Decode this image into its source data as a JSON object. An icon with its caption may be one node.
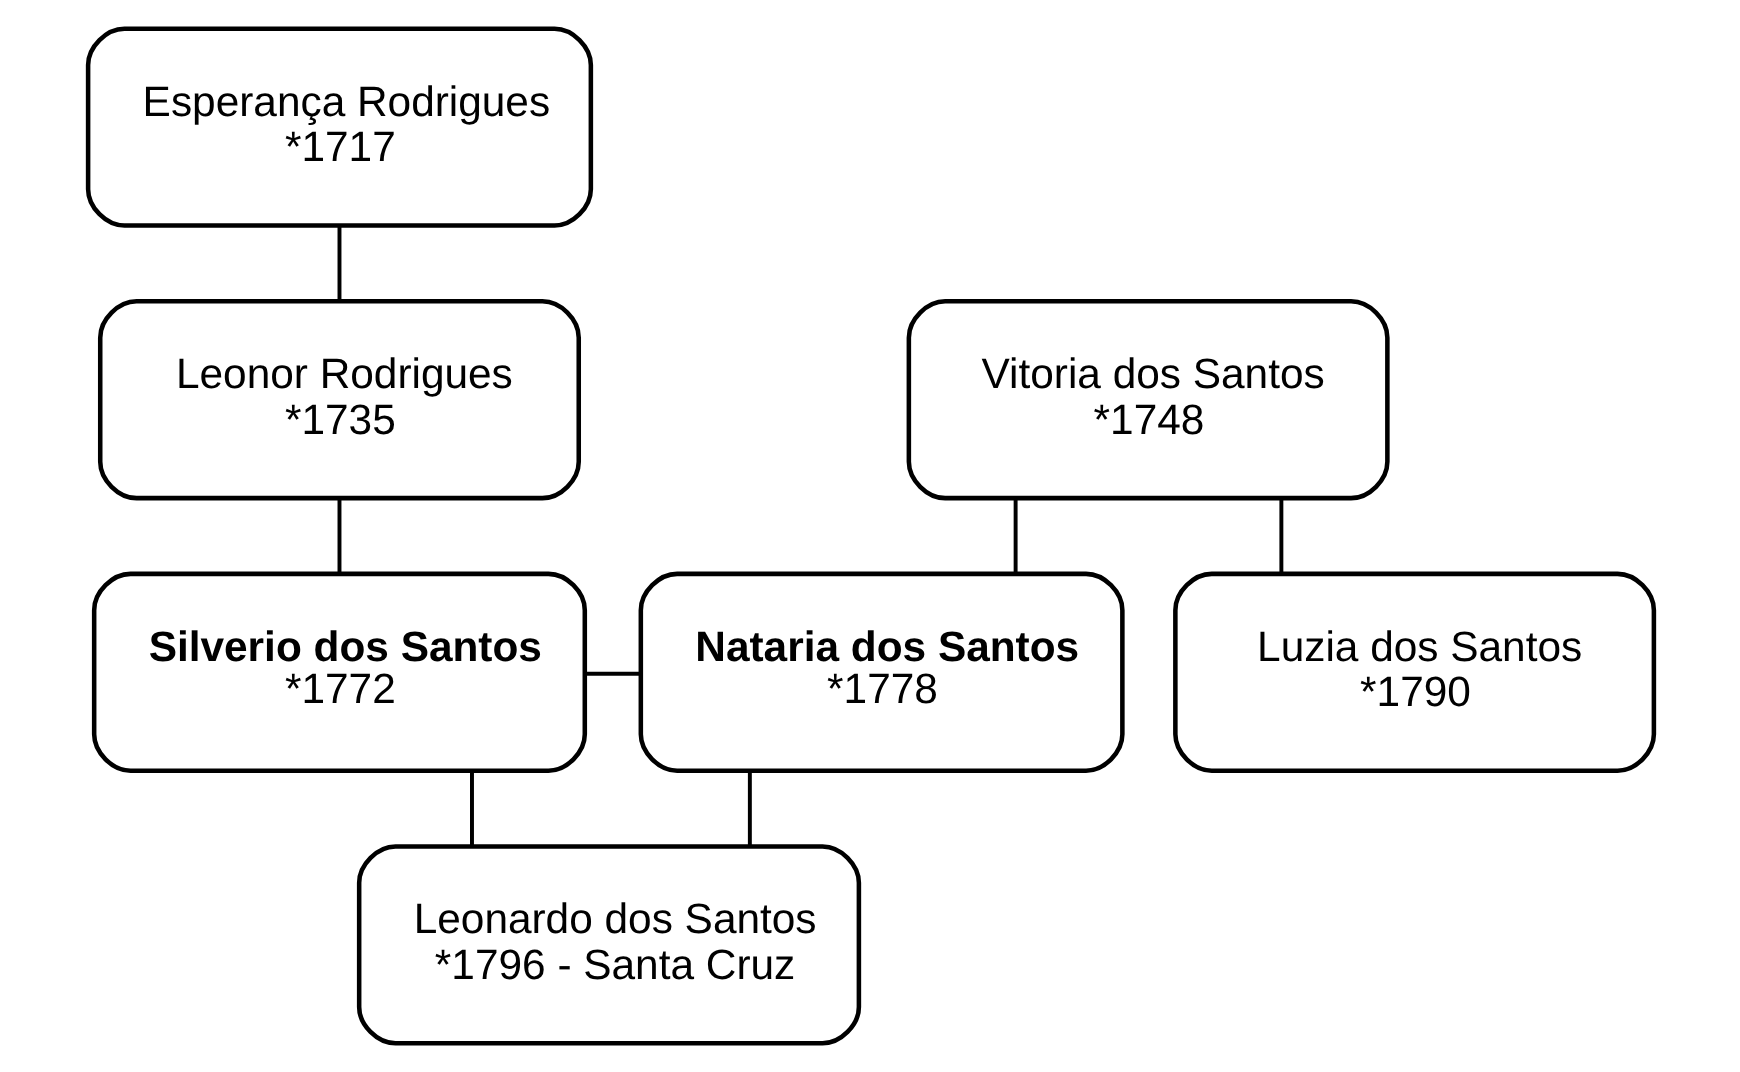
{
  "diagram": {
    "nodes": [
      {
        "text": [
          "Esperança Rodrigues",
          "*1717"
        ]
      },
      {
        "text": [
          "Leonor Rodrigues",
          "*1735"
        ]
      },
      {
        "text": [
          "Vitoria dos Santos",
          "*1748"
        ]
      },
      {
        "text": [
          "Silverio dos Santos",
          "*1772"
        ]
      },
      {
        "text": [
          "Nataria dos Santos",
          "*1778"
        ]
      },
      {
        "text": [
          "Luzia dos Santos",
          "*1790"
        ]
      },
      {
        "text": [
          "Leonardo dos Santos",
          "*1796 - Santa Cruz"
        ]
      }
    ],
    "edges": [
      {
        "from": 0,
        "to": 1,
        "arrow": "none"
      },
      {
        "from": 1,
        "to": 3,
        "arrow": "none"
      },
      {
        "from": 2,
        "to": 4,
        "arrow": "none"
      },
      {
        "from": 2,
        "to": 5,
        "arrow": "none"
      },
      {
        "from": 3,
        "to": 4,
        "arrow": "none"
      },
      {
        "from": 3,
        "to": 6,
        "arrow": "none"
      },
      {
        "from": 4,
        "to": 6,
        "arrow": "none"
      }
    ]
  }
}
